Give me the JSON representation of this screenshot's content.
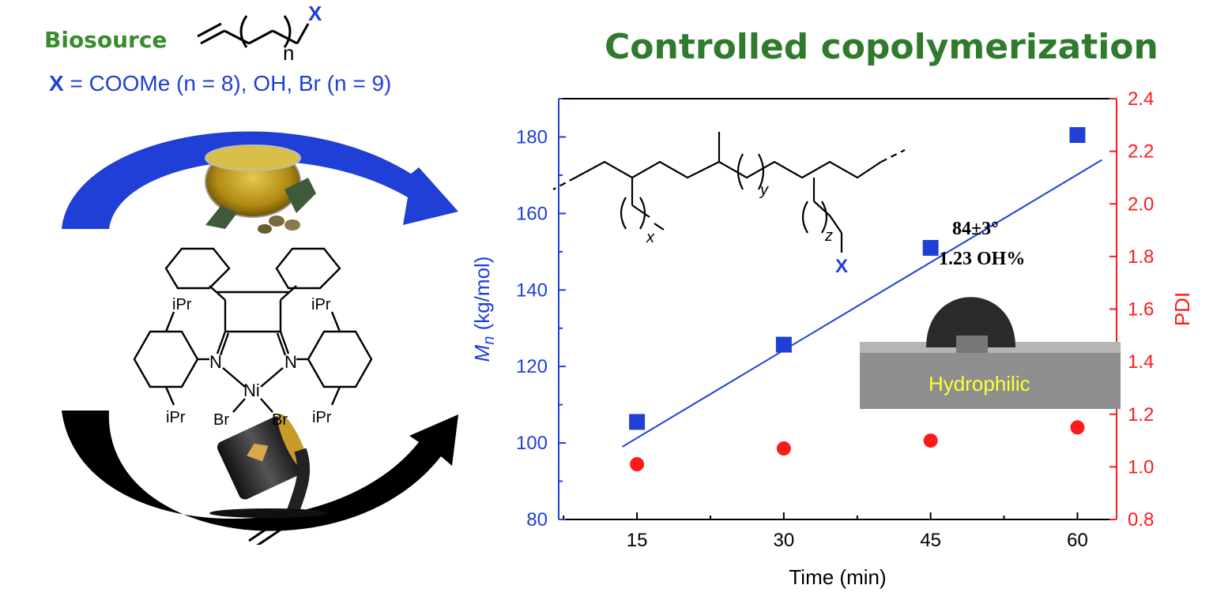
{
  "header": {
    "biosource_label": "Biosource",
    "monomer_subscript": "n",
    "monomer_end_group": "X",
    "substituent_x": "X",
    "substituent_def": " = COOMe (n = 8), OH, Br (n = 9)"
  },
  "catalyst": {
    "ipr_labels": [
      "iPr",
      "iPr",
      "iPr",
      "iPr"
    ],
    "n_labels": [
      "N",
      "N"
    ],
    "metal": "Ni",
    "halides": [
      "Br",
      "Br"
    ]
  },
  "title": "Controlled copolymerization",
  "polymer_structure": {
    "sub_x": "x",
    "sub_y": "y",
    "sub_z": "z",
    "end_group": "X"
  },
  "annotations": {
    "contact_angle": "84±3°",
    "oh_content": "1.23 OH%",
    "wetting": "Hydrophilic"
  },
  "colors": {
    "mn_series": "#1f3fd6",
    "pdi_series": "#ff1a1a",
    "axis_left": "#1f3fd6",
    "axis_right": "#ff1a1a",
    "title_green": "#2f7a2c",
    "biosource_green": "#3a8a2e"
  },
  "chart_data": {
    "type": "scatter",
    "xlabel": "Time (min)",
    "ylabel_left": "M_n (kg/mol)",
    "ylabel_left_symbol": "M",
    "ylabel_left_sub": "n",
    "ylabel_left_unit": " (kg/mol)",
    "ylabel_right": "PDI",
    "xlim": [
      7,
      64
    ],
    "ylim_left": [
      80,
      190
    ],
    "ylim_right": [
      0.8,
      2.4
    ],
    "x_ticks": [
      15,
      30,
      45,
      60
    ],
    "y_left_ticks": [
      80,
      100,
      120,
      140,
      160,
      180
    ],
    "y_right_ticks": [
      0.8,
      1.0,
      1.2,
      1.4,
      1.6,
      1.8,
      2.0,
      2.2,
      2.4
    ],
    "y_right_tick_labels": [
      "0.8",
      "1.0",
      "1.2",
      "1.4",
      "1.6",
      "1.8",
      "2.0",
      "2.2",
      "2.4"
    ],
    "grid": false,
    "series": [
      {
        "axis": "left",
        "marker": "square",
        "x": [
          15,
          30,
          45,
          60
        ],
        "y": [
          105.5,
          125.7,
          151.0,
          180.5
        ]
      },
      {
        "axis": "right",
        "marker": "circle",
        "x": [
          15,
          30,
          45,
          60
        ],
        "y": [
          1.01,
          1.07,
          1.1,
          1.15
        ]
      }
    ],
    "fit_line": {
      "axis": "left",
      "x": [
        13.5,
        62.5
      ],
      "y": [
        99,
        174
      ]
    }
  }
}
